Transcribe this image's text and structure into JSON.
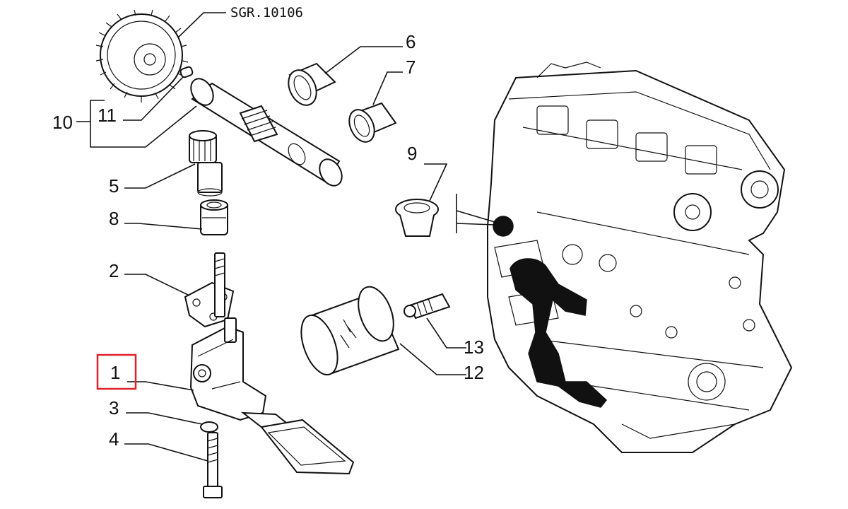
{
  "diagram": {
    "reference_code": "SGR.10106",
    "highlighted_callout": "1",
    "highlight_color": "#e0202a",
    "callouts": {
      "c1": "1",
      "c2": "2",
      "c3": "3",
      "c4": "4",
      "c5": "5",
      "c6": "6",
      "c7": "7",
      "c8": "8",
      "c9": "9",
      "c10": "10",
      "c11": "11",
      "c12": "12",
      "c13": "13"
    }
  }
}
